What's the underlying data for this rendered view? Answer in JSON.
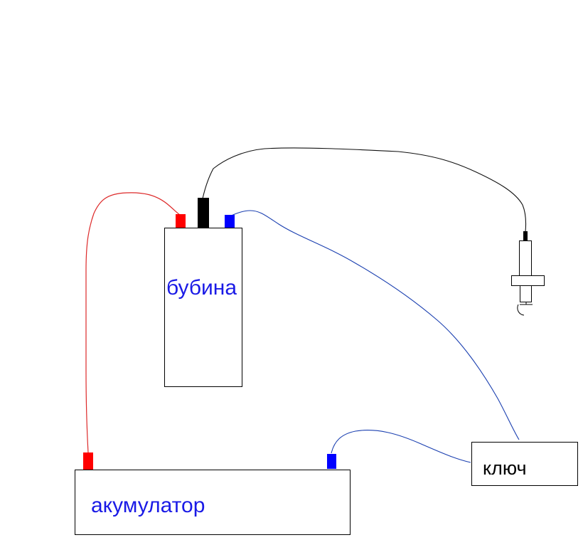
{
  "labels": {
    "coil": "бубина",
    "battery": "акумулатор",
    "key": "ключ"
  },
  "colors": {
    "positive_wire": "#dd2a2a",
    "negative_wire": "#1a3fb0",
    "hv_wire": "#111111",
    "coil_label": "#1a1ae6",
    "battery_label": "#1a1ae6",
    "key_label": "#000000",
    "terminal_positive": "#ff0000",
    "terminal_negative": "#0000ff",
    "terminal_hv": "#000000"
  },
  "icons": {
    "spark_plug": "spark-plug-icon"
  }
}
